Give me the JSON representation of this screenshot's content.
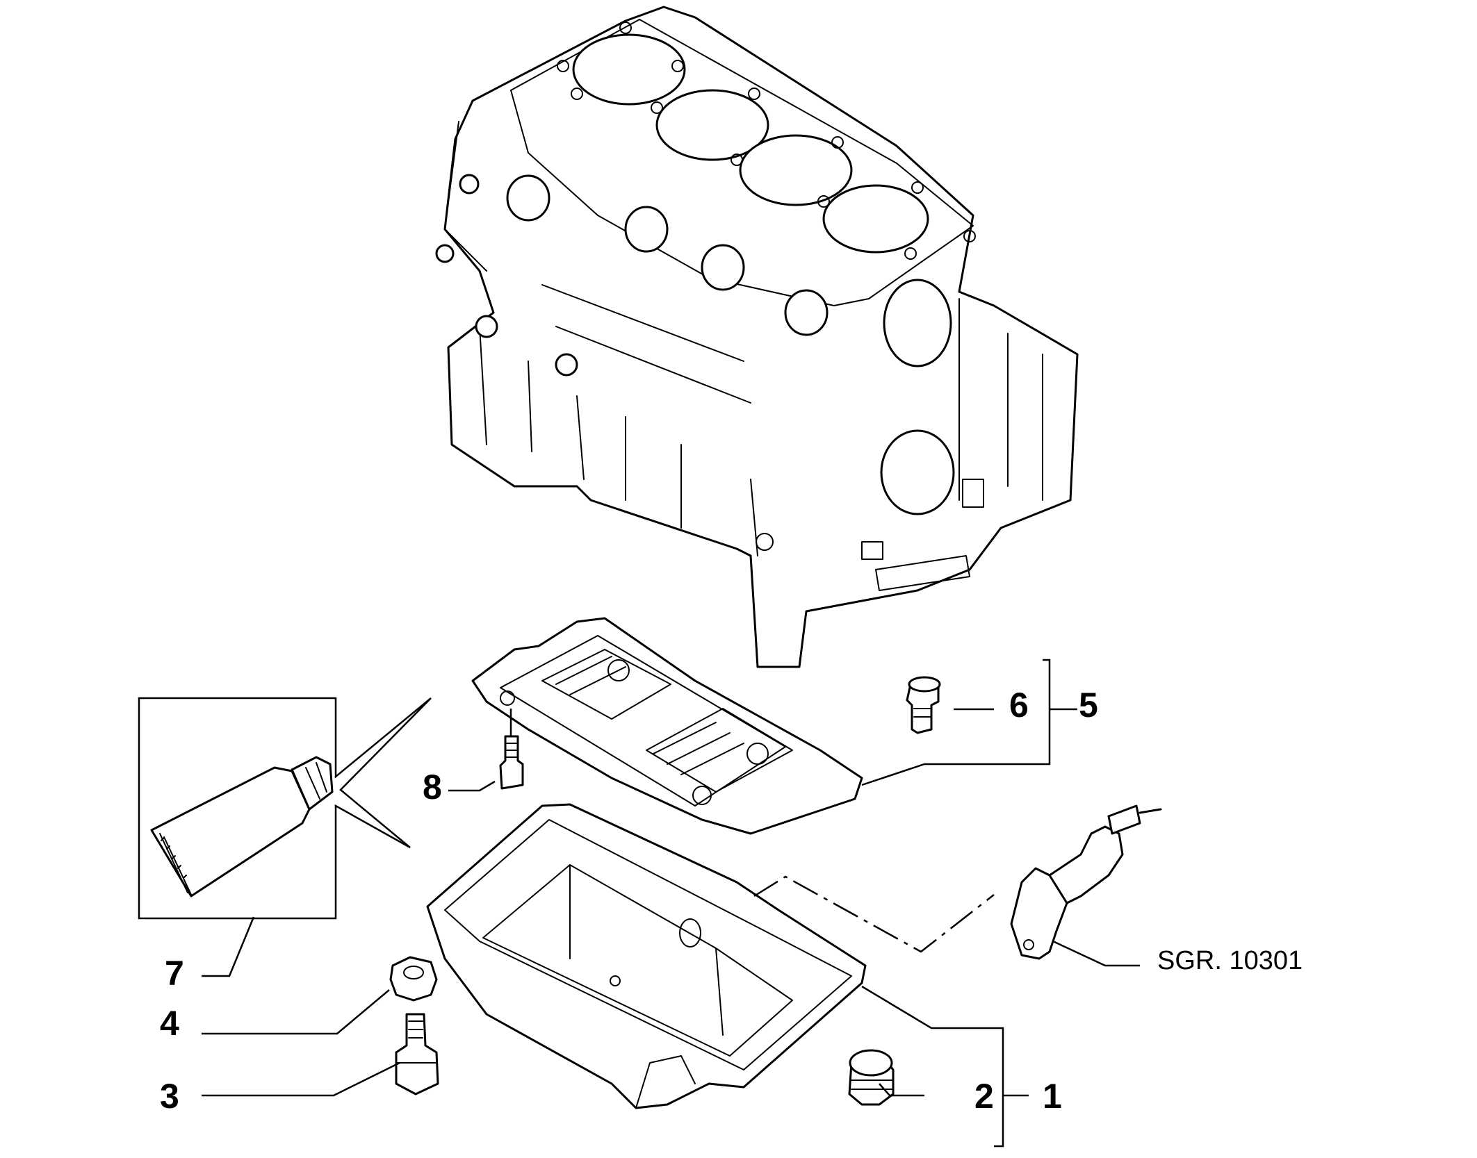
{
  "callouts": {
    "c1": "1",
    "c2": "2",
    "c3": "3",
    "c4": "4",
    "c5": "5",
    "c6": "6",
    "c7": "7",
    "c8": "8"
  },
  "reference": "SGR. 10301"
}
